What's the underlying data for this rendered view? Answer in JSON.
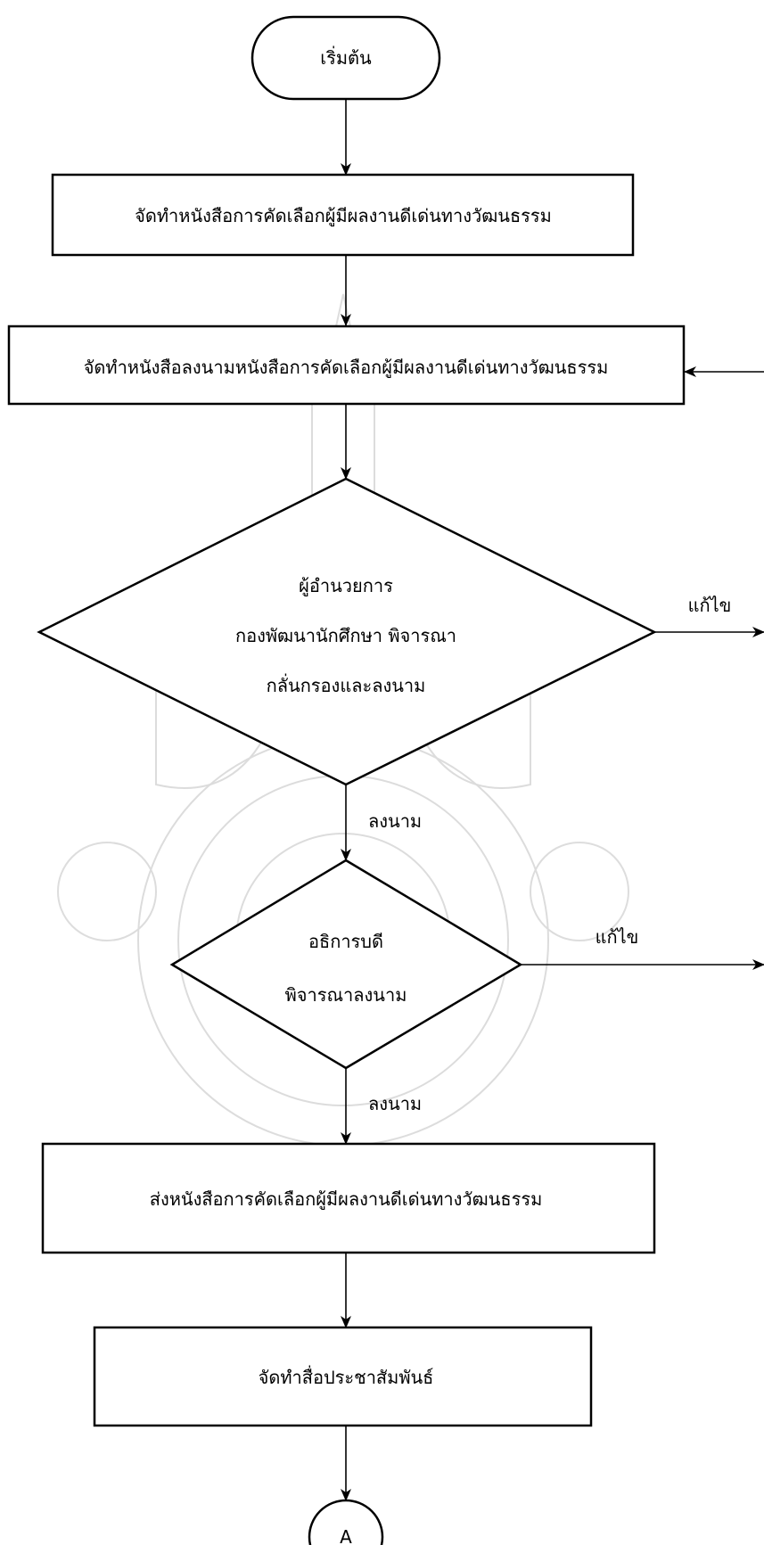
{
  "nodes": {
    "start": {
      "label": "เริ่มต้น"
    },
    "prepare_document": {
      "label": "จัดทำหนังสือการคัดเลือกผู้มีผลงานดีเด่นทางวัฒนธรรม"
    },
    "prepare_signing": {
      "label": "จัดทำหนังสือลงนามหนังสือการคัดเลือกผู้มีผลงานดีเด่นทางวัฒนธรรม"
    },
    "director_decision": {
      "lines": [
        "ผู้อำนวยการ",
        "กองพัฒนานักศึกษา พิจารณา",
        "กลั่นกรองและลงนาม"
      ]
    },
    "president_decision": {
      "lines": [
        "อธิการบดี",
        "พิจารณาลงนาม"
      ]
    },
    "send_document": {
      "label": "ส่งหนังสือการคัดเลือกผู้มีผลงานดีเด่นทางวัฒนธรรม"
    },
    "publicity": {
      "label": "จัดทำสื่อประชาสัมพันธ์"
    },
    "connector": {
      "label": "A"
    }
  },
  "edges": {
    "director_revise": "แก้ไข",
    "director_signed": "ลงนาม",
    "president_revise": "แก้ไข",
    "president_signed": "ลงนาม"
  }
}
